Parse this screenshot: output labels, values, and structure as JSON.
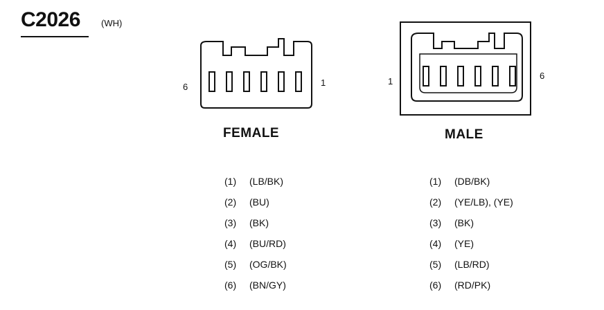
{
  "header": {
    "connector_id": "C2026",
    "color_code": "(WH)"
  },
  "female": {
    "heading": "FEMALE",
    "left_pin_label": "6",
    "right_pin_label": "1",
    "pins": [
      {
        "num": "(1)",
        "wire": "(LB/BK)"
      },
      {
        "num": "(2)",
        "wire": "(BU)"
      },
      {
        "num": "(3)",
        "wire": "(BK)"
      },
      {
        "num": "(4)",
        "wire": "(BU/RD)"
      },
      {
        "num": "(5)",
        "wire": "(OG/BK)"
      },
      {
        "num": "(6)",
        "wire": "(BN/GY)"
      }
    ]
  },
  "male": {
    "heading": "MALE",
    "left_pin_label": "1",
    "right_pin_label": "6",
    "pins": [
      {
        "num": "(1)",
        "wire": "(DB/BK)"
      },
      {
        "num": "(2)",
        "wire": "(YE/LB), (YE)"
      },
      {
        "num": "(3)",
        "wire": "(BK)"
      },
      {
        "num": "(4)",
        "wire": "(YE)"
      },
      {
        "num": "(5)",
        "wire": "(LB/RD)"
      },
      {
        "num": "(6)",
        "wire": "(RD/PK)"
      }
    ]
  }
}
